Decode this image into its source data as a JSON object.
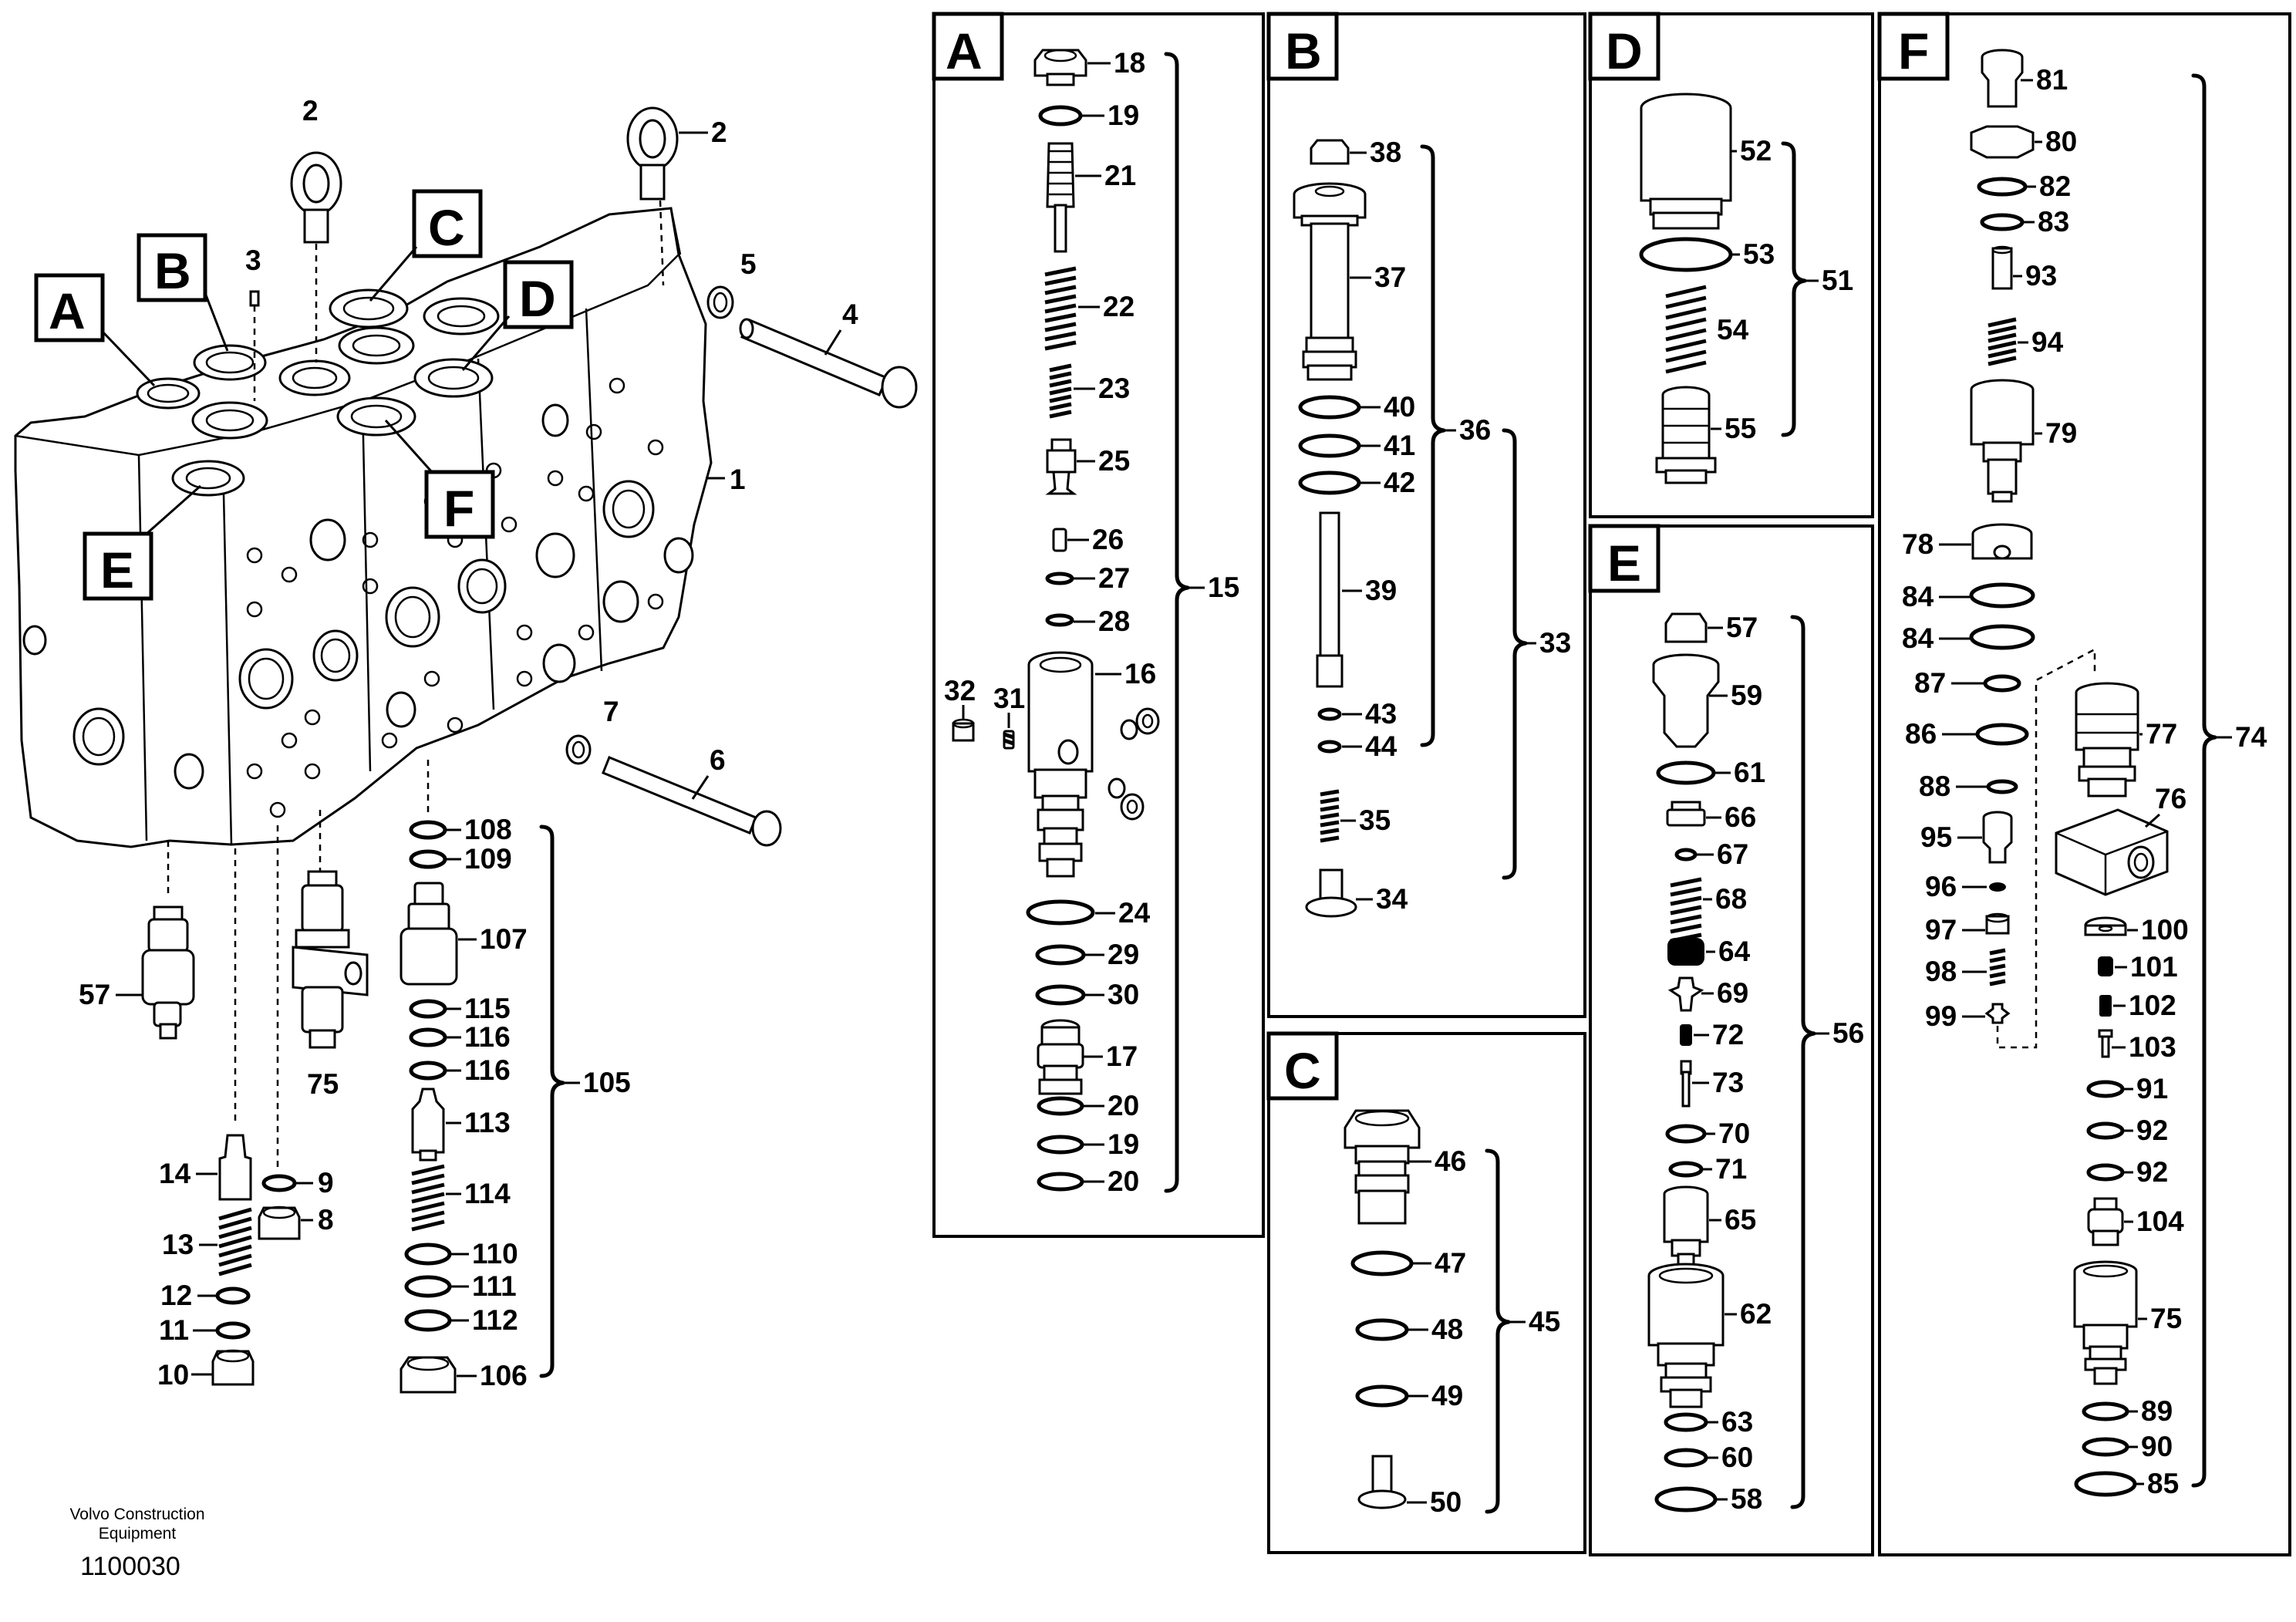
{
  "diagram": {
    "credit_line1": "Volvo Construction",
    "credit_line2": "Equipment",
    "image_code": "1100030",
    "section_letters": [
      "A",
      "B",
      "C",
      "D",
      "E",
      "F"
    ],
    "body_labels": [
      "1",
      "2",
      "2",
      "3",
      "4",
      "5",
      "6",
      "7"
    ],
    "lower_left_labels": [
      "57",
      "75",
      "14",
      "13",
      "12",
      "11",
      "10",
      "9",
      "8"
    ],
    "group_105_labels": [
      "108",
      "109",
      "107",
      "115",
      "116",
      "116",
      "113",
      "114",
      "110",
      "111",
      "112",
      "106",
      "105"
    ],
    "panel_a_labels": [
      "18",
      "19",
      "21",
      "22",
      "23",
      "25",
      "26",
      "27",
      "28",
      "16",
      "32",
      "31",
      "24",
      "29",
      "30",
      "17",
      "20",
      "19",
      "20",
      "15"
    ],
    "panel_b_labels": [
      "38",
      "37",
      "40",
      "41",
      "42",
      "39",
      "43",
      "44",
      "35",
      "34",
      "36",
      "33"
    ],
    "panel_c_labels": [
      "46",
      "47",
      "48",
      "49",
      "50",
      "45"
    ],
    "panel_d_labels": [
      "52",
      "53",
      "54",
      "55",
      "51"
    ],
    "panel_e_labels": [
      "57",
      "59",
      "61",
      "66",
      "67",
      "68",
      "64",
      "69",
      "72",
      "73",
      "70",
      "71",
      "65",
      "62",
      "63",
      "60",
      "58",
      "56"
    ],
    "panel_f_labels": [
      "81",
      "80",
      "82",
      "83",
      "93",
      "94",
      "79",
      "78",
      "84",
      "84",
      "87",
      "77",
      "86",
      "88",
      "76",
      "95",
      "96",
      "100",
      "97",
      "101",
      "98",
      "102",
      "99",
      "103",
      "91",
      "92",
      "92",
      "104",
      "75",
      "89",
      "90",
      "85",
      "74"
    ]
  }
}
